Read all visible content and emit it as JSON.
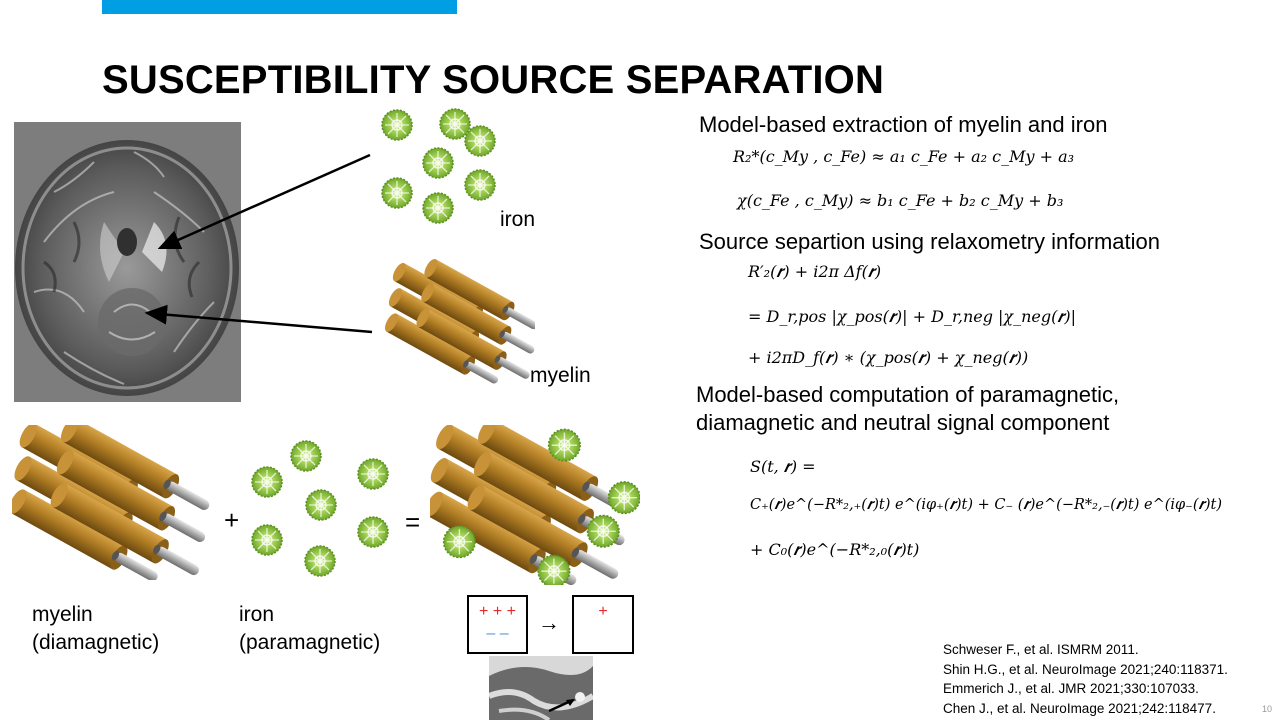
{
  "slide": {
    "title": "SUSCEPTIBILITY SOURCE SEPARATION",
    "page_number": "10",
    "accent_color": "#009fe3"
  },
  "illustration": {
    "iron_label": "iron",
    "myelin_label": "myelin",
    "myelin_caption_line1": "myelin",
    "myelin_caption_line2": "(diamagnetic)",
    "iron_caption_line1": "iron",
    "iron_caption_line2": "(paramagnetic)",
    "plus_sign": "+",
    "equals_sign": "=",
    "arrow_symbol": "→",
    "box_left_top": "+ + +",
    "box_left_bottom": "– –",
    "box_right": "+",
    "positive_color": "#e8282b",
    "negative_color": "#5a8fd6",
    "myelin_color": "#b07d24",
    "iron_color": "#8cc63f"
  },
  "sections": [
    {
      "heading": "Model-based extraction of myelin and iron",
      "equations": [
        "R₂*(c_My , c_Fe) ≈ a₁ c_Fe + a₂ c_My + a₃",
        "χ(c_Fe , c_My) ≈ b₁ c_Fe + b₂ c_My + b₃"
      ]
    },
    {
      "heading": "Source separtion using relaxometry information",
      "equations": [
        "R′₂(𝒓) + i2π Δf(𝒓)",
        "= D_r,pos |χ_pos(𝒓)| + D_r,neg |χ_neg(𝒓)|",
        "+ i2πD_f(𝒓) ∗ (χ_pos(𝒓) + χ_neg(𝒓))"
      ]
    },
    {
      "heading_line1": "Model-based computation of paramagnetic,",
      "heading_line2": "diamagnetic and neutral signal component",
      "equations": [
        "S(t, 𝒓) =",
        "C₊(𝒓)e^(−R*₂,₊(𝒓)t) e^(iφ₊(𝒓)t) + C₋ (𝒓)e^(−R*₂,₋(𝒓)t) e^(iφ₋(𝒓)t)",
        "+ C₀(𝒓)e^(−R*₂,₀(𝒓)t)"
      ]
    }
  ],
  "references": [
    "Schweser F., et al. ISMRM  2011.",
    "Shin H.G., et al. NeuroImage 2021;240:118371.",
    "Emmerich J., et al. JMR 2021;330:107033.",
    "Chen J., et al. NeuroImage 2021;242:118477."
  ]
}
